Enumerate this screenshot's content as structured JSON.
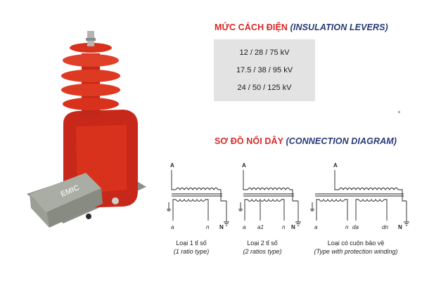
{
  "insulation": {
    "heading_vn": "MỨC CÁCH ĐIỆN",
    "heading_en": "(INSULATION LEVERS)",
    "levels": [
      "12 / 28 / 75 kV",
      "17.5 / 38 / 95 kV",
      "24 / 50 / 125 kV"
    ]
  },
  "connection": {
    "heading_vn": "SƠ ĐỒ NỐI DÂY",
    "heading_en": "(CONNECTION DIAGRAM)",
    "diagrams": [
      {
        "primary_label": "A",
        "terminals": [
          "a",
          "n"
        ],
        "ground_label": "N",
        "caption_vn": "Loại 1 tỉ số",
        "caption_en": "(1 ratio type)"
      },
      {
        "primary_label": "A",
        "terminals": [
          "a",
          "a1",
          "n"
        ],
        "ground_label": "N",
        "caption_vn": "Loại 2 tỉ số",
        "caption_en": "(2 ratios type)"
      },
      {
        "primary_label": "A",
        "terminals": [
          "a",
          "n",
          "da",
          "dn"
        ],
        "ground_label": "N",
        "caption_vn": "Loại có cuộn bảo vệ",
        "caption_en": "(Type with protection winding)"
      }
    ]
  },
  "product": {
    "brand": "EMIC",
    "body_color": "#d8321c",
    "base_color": "#a9ada3"
  }
}
